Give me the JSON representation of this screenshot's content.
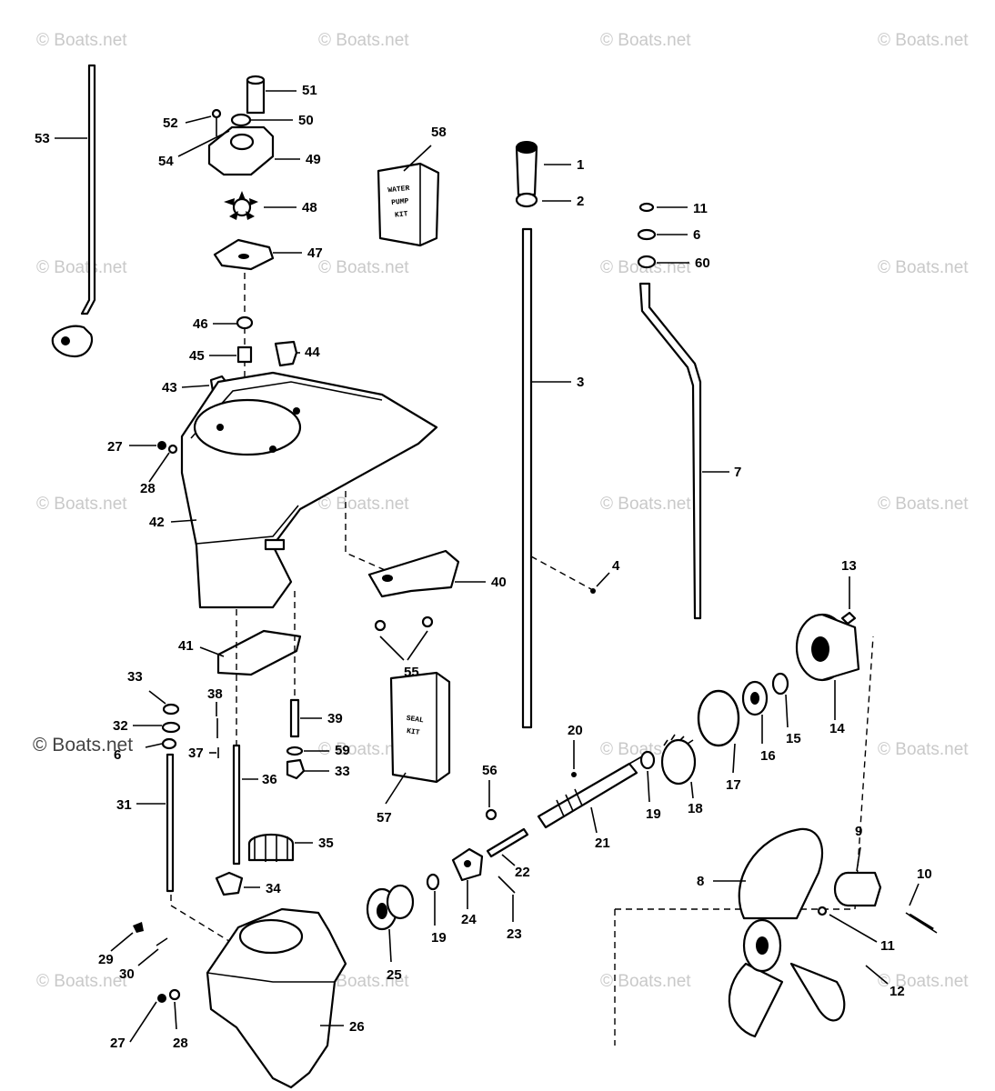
{
  "watermark": "© Boats.net",
  "callouts": [
    "1",
    "2",
    "3",
    "4",
    "6",
    "7",
    "8",
    "9",
    "10",
    "11",
    "12",
    "13",
    "14",
    "15",
    "16",
    "17",
    "18",
    "19",
    "20",
    "21",
    "22",
    "23",
    "24",
    "25",
    "26",
    "27",
    "28",
    "29",
    "30",
    "31",
    "32",
    "33",
    "34",
    "35",
    "36",
    "37",
    "38",
    "39",
    "40",
    "41",
    "42",
    "43",
    "44",
    "45",
    "46",
    "47",
    "48",
    "49",
    "50",
    "51",
    "52",
    "53",
    "54",
    "55",
    "56",
    "57",
    "58",
    "59",
    "60"
  ],
  "kit_labels": {
    "water_pump_kit": [
      "WATER",
      "PUMP",
      "KIT"
    ],
    "seal_kit": [
      "SEAL",
      "KIT"
    ]
  }
}
